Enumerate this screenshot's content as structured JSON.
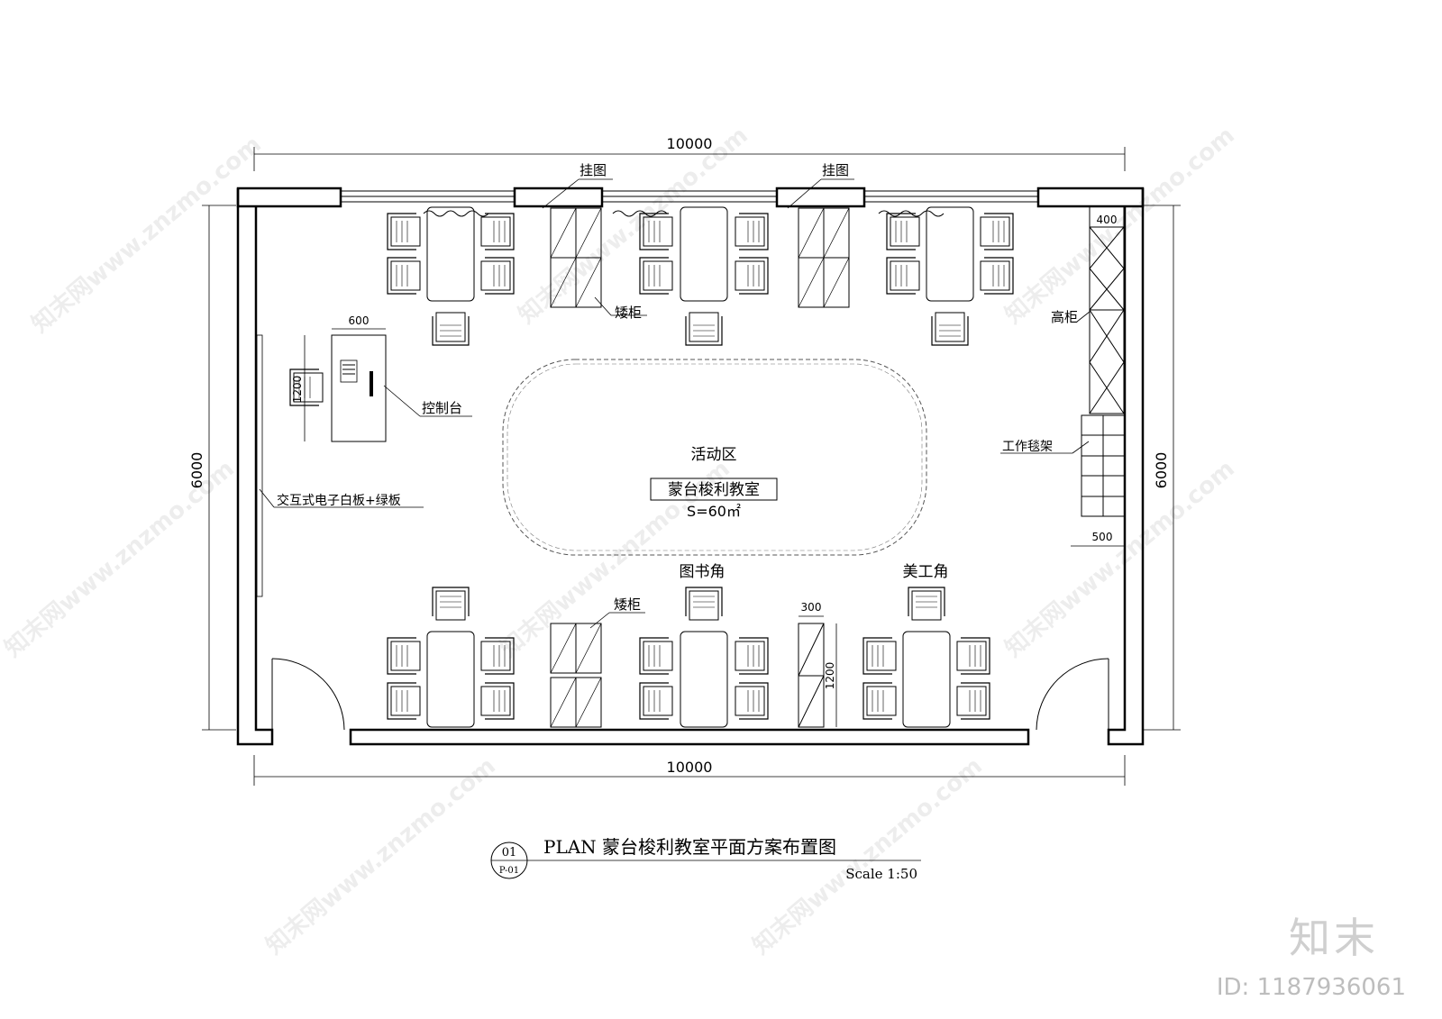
{
  "dimensions": {
    "top": "10000",
    "bottom": "10000",
    "left": "6000",
    "right": "6000",
    "desk_width": "600",
    "desk_length": "1200",
    "tall_cabinet_depth": "400",
    "rug_rack_depth": "500",
    "small_cabinet_width": "300",
    "small_cabinet_length": "1200"
  },
  "labels": {
    "hanging_picture_left": "挂图",
    "hanging_picture_right": "挂图",
    "low_cabinet_top": "矮柜",
    "low_cabinet_bottom": "矮柜",
    "tall_cabinet": "高柜",
    "control_desk": "控制台",
    "rug_rack": "工作毯架",
    "whiteboard": "交互式电子白板+绿板",
    "activity_area": "活动区",
    "classroom_name": "蒙台梭利教室",
    "area": "S=60㎡",
    "book_corner": "图书角",
    "art_corner": "美工角"
  },
  "title_block": {
    "number": "01",
    "sheet": "P-01",
    "title": "PLAN  蒙台梭利教室平面方案布置图",
    "scale": "Scale 1:50"
  },
  "watermark": {
    "brand": "知末",
    "id": "ID: 1187936061",
    "text": "知末网www.znzmo.com"
  }
}
